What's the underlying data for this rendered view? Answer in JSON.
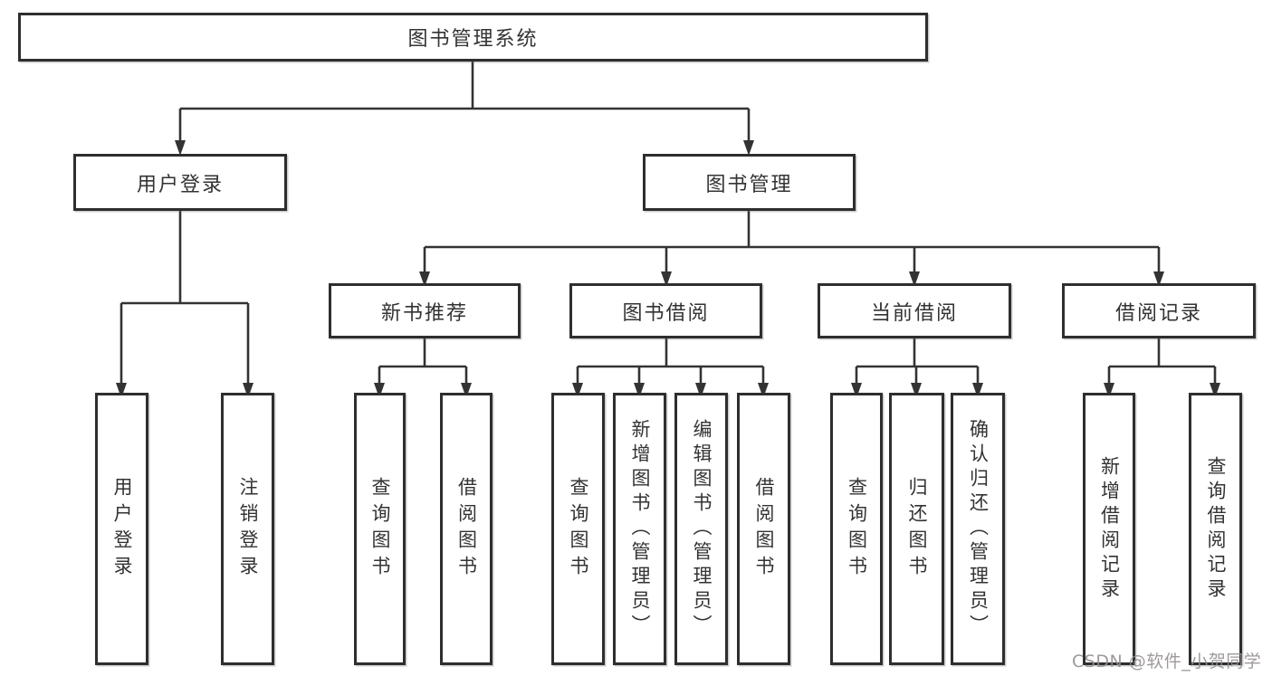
{
  "tree": {
    "root": {
      "label": "图书管理系统"
    },
    "branches": [
      {
        "label": "用户登录",
        "children": [
          {
            "label": "用户登录"
          },
          {
            "label": "注销登录"
          }
        ]
      },
      {
        "label": "图书管理",
        "children": [
          {
            "label": "新书推荐",
            "children": [
              {
                "label": "查询图书"
              },
              {
                "label": "借阅图书"
              }
            ]
          },
          {
            "label": "图书借阅",
            "children": [
              {
                "label": "查询图书"
              },
              {
                "label": "新增图书（管理员）"
              },
              {
                "label": "编辑图书（管理员）"
              },
              {
                "label": "借阅图书"
              }
            ]
          },
          {
            "label": "当前借阅",
            "children": [
              {
                "label": "查询图书"
              },
              {
                "label": "归还图书"
              },
              {
                "label": "确认归还（管理员）"
              }
            ]
          },
          {
            "label": "借阅记录",
            "children": [
              {
                "label": "新增借阅记录"
              },
              {
                "label": "查询借阅记录"
              }
            ]
          }
        ]
      }
    ]
  },
  "watermark": "CSDN @软件_小贺同学",
  "colors": {
    "line": "#333333",
    "text": "#333335",
    "box_border": "#2e2e2e",
    "box_bg": "#ffffff",
    "watermark": "#948e91"
  }
}
